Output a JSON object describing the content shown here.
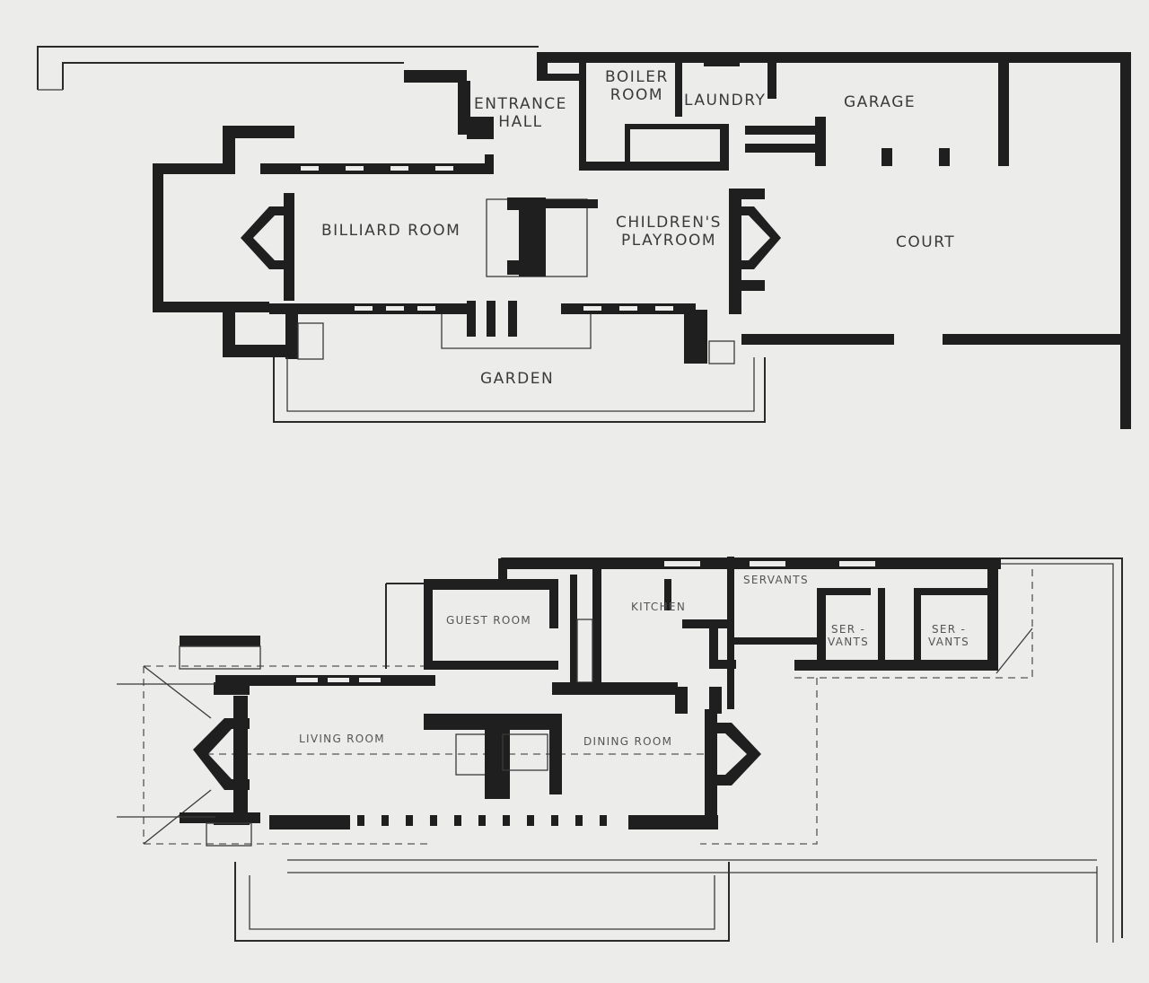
{
  "figure": {
    "colors": {
      "paper": "#ececea",
      "walls": "#1f1f1f",
      "text": "#3a3a3a"
    },
    "upper_plan": {
      "rooms": {
        "entrance_hall": "ENTRANCE\nHALL",
        "boiler_room": "BOILER\nROOM",
        "laundry": "LAUNDRY",
        "garage": "GARAGE",
        "billiard_room": "BILLIARD ROOM",
        "childrens_playroom": "CHILDREN'S\nPLAYROOM",
        "court": "COURT",
        "garden": "GARDEN"
      }
    },
    "lower_plan": {
      "rooms": {
        "guest_room": "GUEST ROOM",
        "kitchen": "KITCHEN",
        "servants_top": "SERVANTS",
        "servants_1": "SER -\nVANTS",
        "servants_2": "SER -\nVANTS",
        "living_room": "LIVING ROOM",
        "dining_room": "DINING ROOM"
      }
    }
  }
}
